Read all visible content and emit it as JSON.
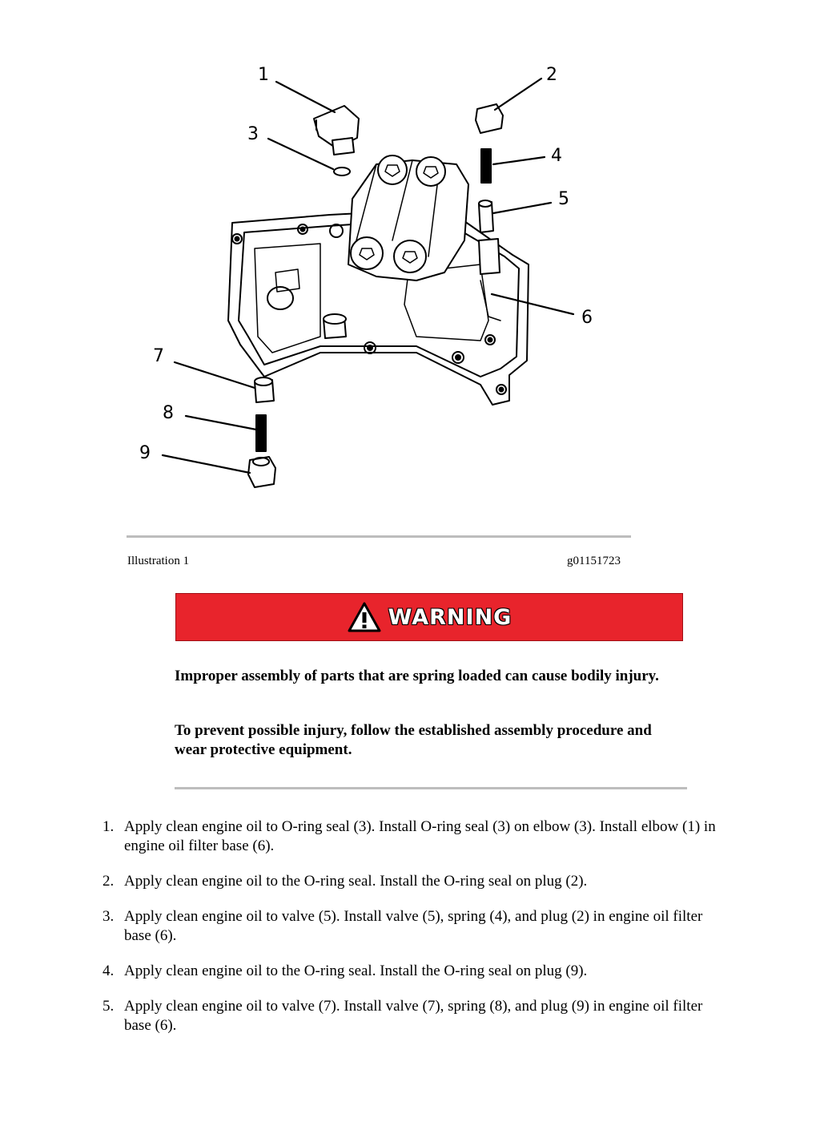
{
  "illustration": {
    "callouts": [
      "1",
      "2",
      "3",
      "4",
      "5",
      "6",
      "7",
      "8",
      "9"
    ]
  },
  "caption": {
    "left": "Illustration 1",
    "right": "g01151723"
  },
  "warning": {
    "banner_label": "WARNING",
    "icon": "warning-triangle-icon",
    "banner_color": "#e8242c",
    "text_1": "Improper assembly of parts that are spring loaded can cause bodily injury.",
    "text_2": "To prevent possible injury, follow the established assembly procedure and wear protective equipment."
  },
  "steps": [
    {
      "num": "1.",
      "text": "Apply clean engine oil to O-ring seal (3). Install O-ring seal (3) on elbow (3). Install elbow (1) in engine oil filter base (6)."
    },
    {
      "num": "2.",
      "text": "Apply clean engine oil to the O-ring seal. Install the O-ring seal on plug (2)."
    },
    {
      "num": "3.",
      "text": "Apply clean engine oil to valve (5). Install valve (5), spring (4), and plug (2) in engine oil filter base (6)."
    },
    {
      "num": "4.",
      "text": "Apply clean engine oil to the O-ring seal. Install the O-ring seal on plug (9)."
    },
    {
      "num": "5.",
      "text": "Apply clean engine oil to valve (7). Install valve (7), spring (8), and plug (9) in engine oil filter base (6)."
    }
  ]
}
